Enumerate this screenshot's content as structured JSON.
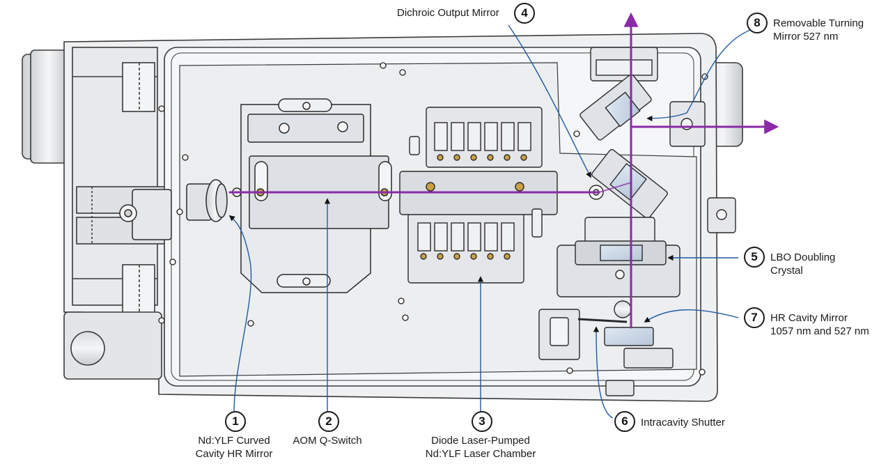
{
  "callouts": [
    {
      "num": "1",
      "line1": "Nd:YLF Curved",
      "line2": "Cavity HR Mirror"
    },
    {
      "num": "2",
      "line1": "AOM Q-Switch",
      "line2": ""
    },
    {
      "num": "3",
      "line1": "Diode Laser-Pumped",
      "line2": "Nd:YLF Laser Chamber"
    },
    {
      "num": "4",
      "line1": "Dichroic Output Mirror",
      "line2": ""
    },
    {
      "num": "5",
      "line1": "LBO Doubling",
      "line2": "Crystal"
    },
    {
      "num": "6",
      "line1": "Intracavity Shutter",
      "line2": ""
    },
    {
      "num": "7",
      "line1": "HR Cavity Mirror",
      "line2": "1057 nm and 527 nm"
    },
    {
      "num": "8",
      "line1": "Removable Turning",
      "line2": "Mirror 527 nm"
    }
  ],
  "colors": {
    "beam": "#8a2aa8",
    "leader": "#1f5aa0",
    "housing_fill": "#eef0f2",
    "housing_stroke": "#3a3a3a"
  }
}
